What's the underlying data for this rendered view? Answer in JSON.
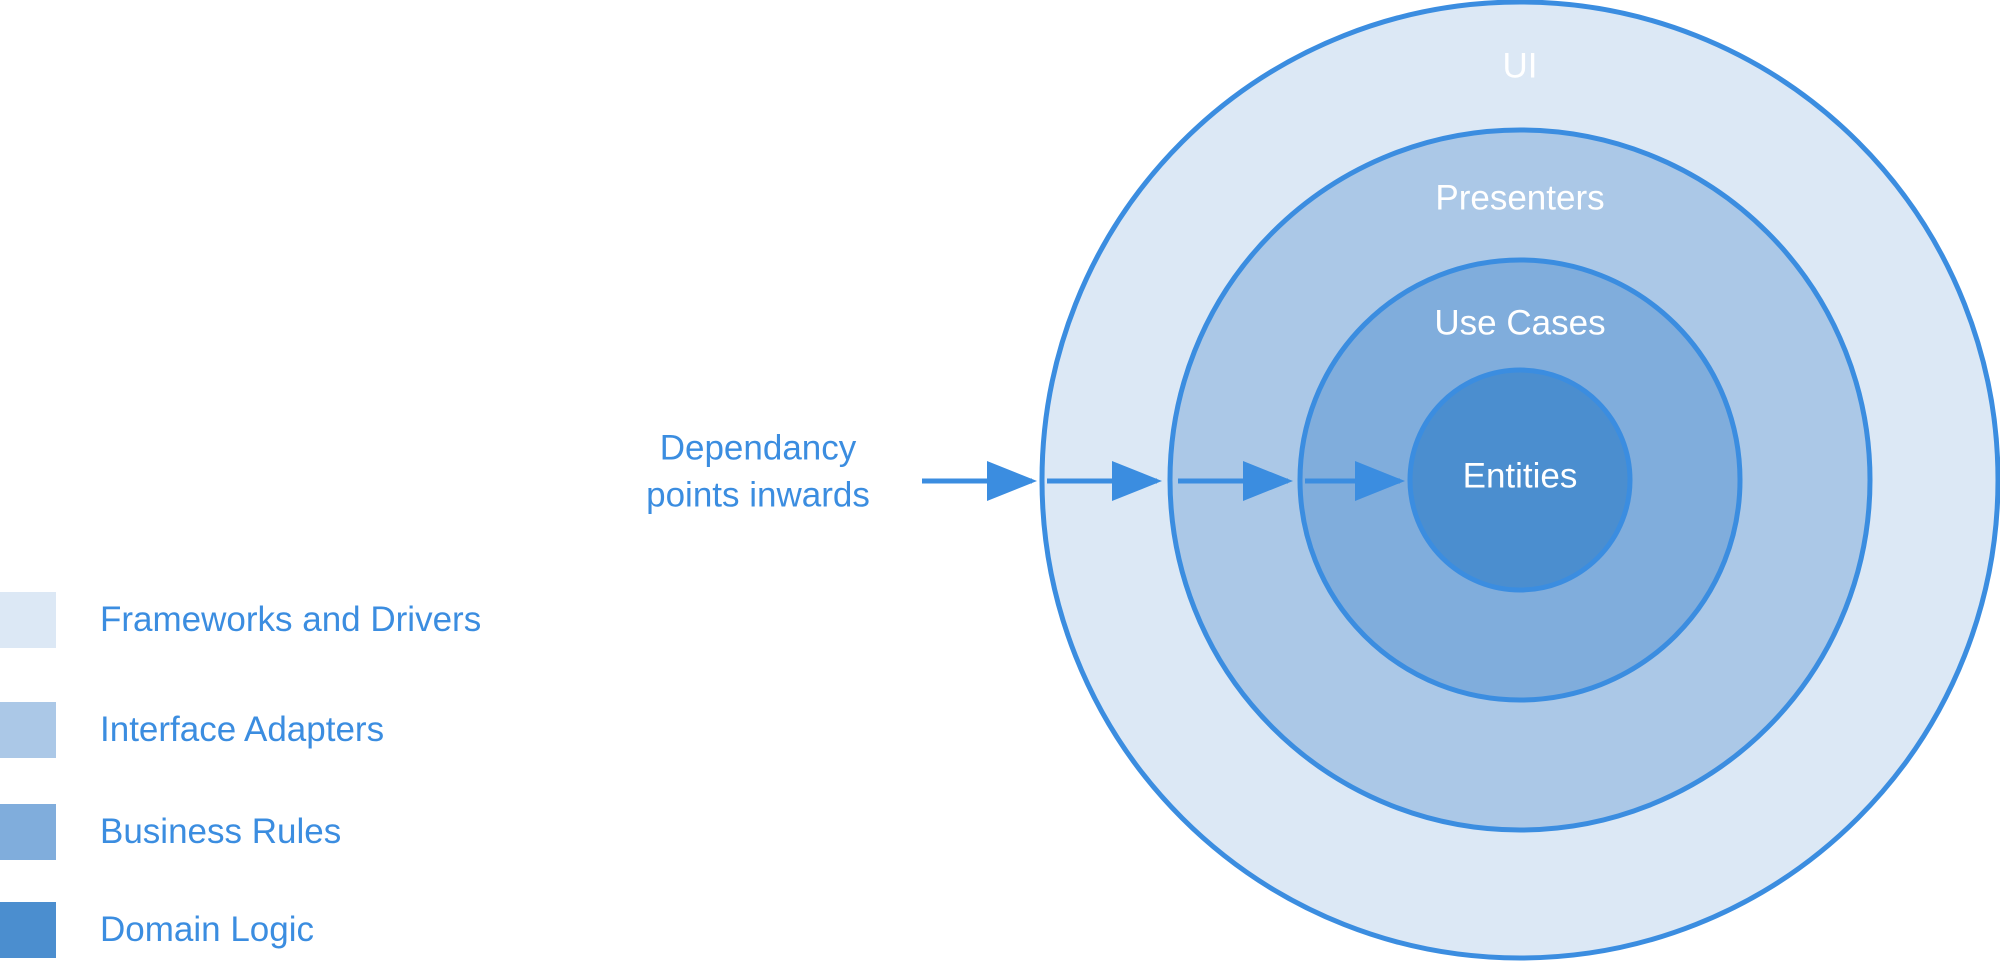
{
  "colors": {
    "stroke": "#3b8de0",
    "text_blue": "#3b8de0",
    "frameworks_fill": "#dce8f5",
    "adapters_fill": "#abc8e7",
    "business_fill": "#80addc",
    "domain_fill": "#4b8ecf"
  },
  "rings": [
    {
      "label": "UI"
    },
    {
      "label": "Presenters"
    },
    {
      "label": "Use Cases"
    },
    {
      "label": "Entities"
    }
  ],
  "dependency": {
    "line1": "Dependancy",
    "line2": "points inwards"
  },
  "legend": [
    {
      "label": "Frameworks and Drivers"
    },
    {
      "label": "Interface Adapters"
    },
    {
      "label": "Business Rules"
    },
    {
      "label": "Domain Logic"
    }
  ]
}
